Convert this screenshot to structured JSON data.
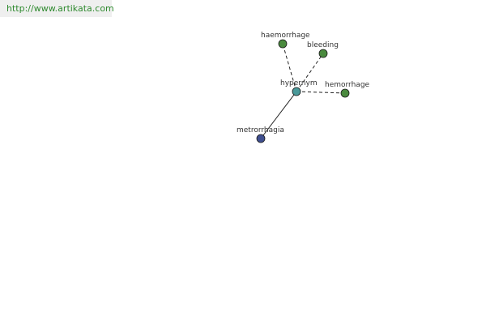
{
  "banner": {
    "url": "http://www.artikata.com"
  },
  "graph": {
    "center": {
      "id": "hypernym",
      "label": "hypernym",
      "color": "#4a9a9a"
    },
    "nodes": [
      {
        "id": "haemorrhage",
        "label": "haemorrhage",
        "color": "#4a8a3e"
      },
      {
        "id": "bleeding",
        "label": "bleeding",
        "color": "#4a8a3e"
      },
      {
        "id": "hemorrhage",
        "label": "hemorrhage",
        "color": "#4a8a3e"
      },
      {
        "id": "metrorrhagia",
        "label": "metrorrhagia",
        "color": "#3f4f8f"
      }
    ],
    "edges": [
      {
        "from": "hypernym",
        "to": "haemorrhage",
        "style": "dashed"
      },
      {
        "from": "hypernym",
        "to": "bleeding",
        "style": "dashed"
      },
      {
        "from": "hypernym",
        "to": "hemorrhage",
        "style": "dashed"
      },
      {
        "from": "hypernym",
        "to": "metrorrhagia",
        "style": "solid"
      }
    ]
  }
}
